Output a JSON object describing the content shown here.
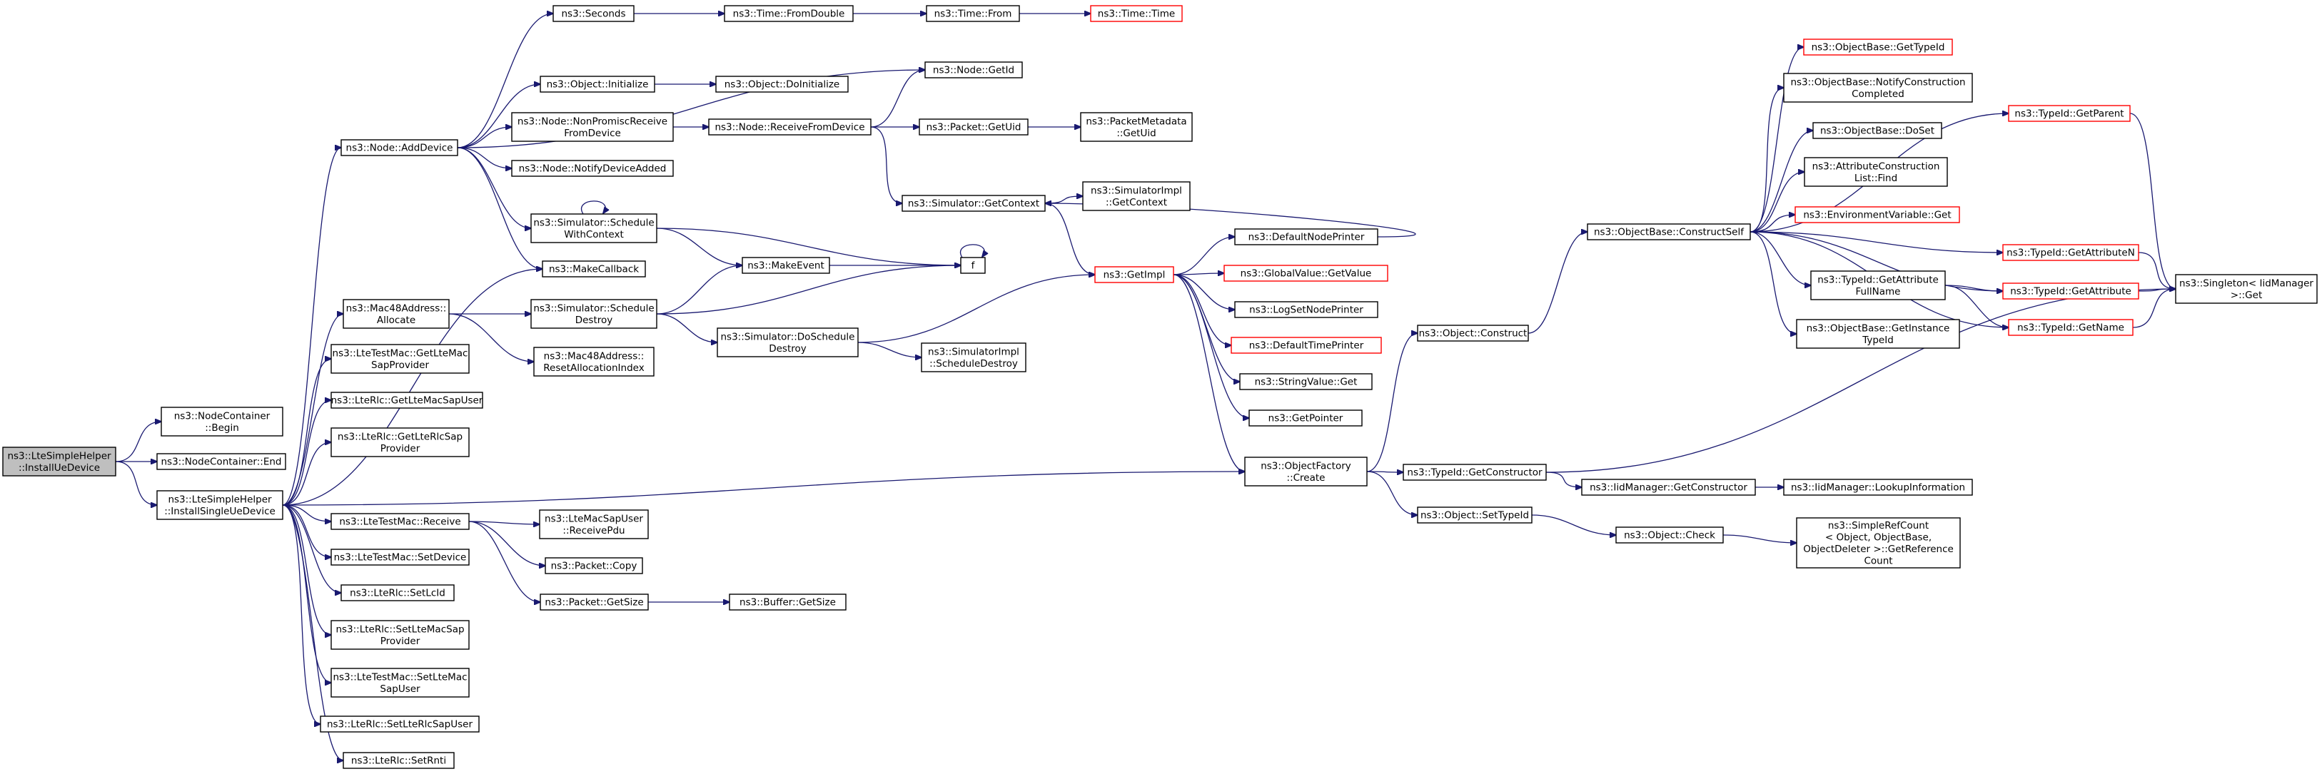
{
  "colors": {
    "edge": "#191970",
    "node_border": "#000000",
    "truncated_border": "#ff0000",
    "start_fill": "#bfbfbf"
  },
  "nodes": [
    {
      "id": "n0",
      "lines": [
        "ns3::LteSimpleHelper",
        "::InstallUeDevice"
      ]
    },
    {
      "id": "n1",
      "lines": [
        "ns3::NodeContainer",
        "::Begin"
      ]
    },
    {
      "id": "n2",
      "lines": [
        "ns3::NodeContainer::End"
      ]
    },
    {
      "id": "n3",
      "lines": [
        "ns3::LteSimpleHelper",
        "::InstallSingleUeDevice"
      ]
    },
    {
      "id": "n4",
      "lines": [
        "ns3::Node::AddDevice"
      ]
    },
    {
      "id": "n5",
      "lines": [
        "ns3::Mac48Address::",
        "Allocate"
      ]
    },
    {
      "id": "n6",
      "lines": [
        "ns3::LteTestMac::GetLteMac",
        "SapProvider"
      ]
    },
    {
      "id": "n7",
      "lines": [
        "ns3::LteRlc::GetLteMacSapUser"
      ]
    },
    {
      "id": "n8",
      "lines": [
        "ns3::LteRlc::GetLteRlcSap",
        "Provider"
      ]
    },
    {
      "id": "n9",
      "lines": [
        "ns3::LteTestMac::Receive"
      ]
    },
    {
      "id": "n10",
      "lines": [
        "ns3::LteTestMac::SetDevice"
      ]
    },
    {
      "id": "n11",
      "lines": [
        "ns3::LteRlc::SetLcId"
      ]
    },
    {
      "id": "n12",
      "lines": [
        "ns3::LteRlc::SetLteMacSap",
        "Provider"
      ]
    },
    {
      "id": "n13",
      "lines": [
        "ns3::LteTestMac::SetLteMac",
        "SapUser"
      ]
    },
    {
      "id": "n14",
      "lines": [
        "ns3::LteRlc::SetLteRlcSapUser"
      ]
    },
    {
      "id": "n15",
      "lines": [
        "ns3::LteRlc::SetRnti"
      ]
    },
    {
      "id": "n16",
      "lines": [
        "ns3::Seconds"
      ]
    },
    {
      "id": "n17",
      "lines": [
        "ns3::Object::Initialize"
      ]
    },
    {
      "id": "n18",
      "lines": [
        "ns3::Node::NonPromiscReceive",
        "FromDevice"
      ]
    },
    {
      "id": "n19",
      "lines": [
        "ns3::Node::NotifyDeviceAdded"
      ]
    },
    {
      "id": "n20",
      "lines": [
        "ns3::Simulator::Schedule",
        "WithContext"
      ]
    },
    {
      "id": "n21",
      "lines": [
        "ns3::MakeCallback"
      ]
    },
    {
      "id": "n22",
      "lines": [
        "ns3::Simulator::Schedule",
        "Destroy"
      ]
    },
    {
      "id": "n23",
      "lines": [
        "ns3::Mac48Address::",
        "ResetAllocationIndex"
      ]
    },
    {
      "id": "n24",
      "lines": [
        "ns3::LteMacSapUser",
        "::ReceivePdu"
      ]
    },
    {
      "id": "n25",
      "lines": [
        "ns3::Packet::Copy"
      ]
    },
    {
      "id": "n26",
      "lines": [
        "ns3::Packet::GetSize"
      ]
    },
    {
      "id": "n27",
      "lines": [
        "ns3::Time::FromDouble"
      ]
    },
    {
      "id": "n28",
      "lines": [
        "ns3::Object::DoInitialize"
      ]
    },
    {
      "id": "n29",
      "lines": [
        "ns3::Node::ReceiveFromDevice"
      ]
    },
    {
      "id": "n30",
      "lines": [
        "ns3::MakeEvent"
      ]
    },
    {
      "id": "n31",
      "lines": [
        "ns3::Simulator::DoSchedule",
        "Destroy"
      ]
    },
    {
      "id": "n32",
      "lines": [
        "ns3::Buffer::GetSize"
      ]
    },
    {
      "id": "n33",
      "lines": [
        "ns3::Time::From"
      ]
    },
    {
      "id": "n34",
      "lines": [
        "ns3::Node::GetId"
      ]
    },
    {
      "id": "n35",
      "lines": [
        "ns3::Packet::GetUid"
      ]
    },
    {
      "id": "n36",
      "lines": [
        "ns3::Simulator::GetContext"
      ]
    },
    {
      "id": "n37",
      "lines": [
        "f"
      ]
    },
    {
      "id": "n38",
      "lines": [
        "ns3::SimulatorImpl",
        "::ScheduleDestroy"
      ]
    },
    {
      "id": "n39",
      "lines": [
        "ns3::Time::Time"
      ],
      "truncated": true
    },
    {
      "id": "n40",
      "lines": [
        "ns3::PacketMetadata",
        "::GetUid"
      ]
    },
    {
      "id": "n41",
      "lines": [
        "ns3::SimulatorImpl",
        "::GetContext"
      ]
    },
    {
      "id": "n42",
      "lines": [
        "ns3::GetImpl"
      ],
      "truncated": true
    },
    {
      "id": "n43",
      "lines": [
        "ns3::DefaultNodePrinter"
      ]
    },
    {
      "id": "n44",
      "lines": [
        "ns3::GlobalValue::GetValue"
      ],
      "truncated": true
    },
    {
      "id": "n45",
      "lines": [
        "ns3::LogSetNodePrinter"
      ]
    },
    {
      "id": "n46",
      "lines": [
        "ns3::DefaultTimePrinter"
      ],
      "truncated": true
    },
    {
      "id": "n47",
      "lines": [
        "ns3::StringValue::Get"
      ]
    },
    {
      "id": "n48",
      "lines": [
        "ns3::GetPointer"
      ]
    },
    {
      "id": "n49",
      "lines": [
        "ns3::ObjectFactory",
        "::Create"
      ]
    },
    {
      "id": "n50",
      "lines": [
        "ns3::Object::Construct"
      ]
    },
    {
      "id": "n51",
      "lines": [
        "ns3::TypeId::GetConstructor"
      ]
    },
    {
      "id": "n52",
      "lines": [
        "ns3::Object::SetTypeId"
      ]
    },
    {
      "id": "n53",
      "lines": [
        "ns3::ObjectBase::ConstructSelf"
      ]
    },
    {
      "id": "n54",
      "lines": [
        "ns3::IidManager::GetConstructor"
      ]
    },
    {
      "id": "n55",
      "lines": [
        "ns3::Object::Check"
      ]
    },
    {
      "id": "n56",
      "lines": [
        "ns3::ObjectBase::GetTypeId"
      ],
      "truncated": true
    },
    {
      "id": "n57",
      "lines": [
        "ns3::ObjectBase::NotifyConstruction",
        "Completed"
      ]
    },
    {
      "id": "n58",
      "lines": [
        "ns3::ObjectBase::DoSet"
      ]
    },
    {
      "id": "n59",
      "lines": [
        "ns3::AttributeConstruction",
        "List::Find"
      ]
    },
    {
      "id": "n60",
      "lines": [
        "ns3::EnvironmentVariable::Get"
      ],
      "truncated": true
    },
    {
      "id": "n61",
      "lines": [
        "ns3::TypeId::GetAttribute",
        "FullName"
      ]
    },
    {
      "id": "n62",
      "lines": [
        "ns3::ObjectBase::GetInstance",
        "TypeId"
      ]
    },
    {
      "id": "n63",
      "lines": [
        "ns3::IidManager::LookupInformation"
      ]
    },
    {
      "id": "n64",
      "lines": [
        "ns3::SimpleRefCount",
        "< Object, ObjectBase,",
        "ObjectDeleter >::GetReference",
        "Count"
      ]
    },
    {
      "id": "n65",
      "lines": [
        "ns3::TypeId::GetParent"
      ],
      "truncated": true
    },
    {
      "id": "n66",
      "lines": [
        "ns3::TypeId::GetAttributeN"
      ],
      "truncated": true
    },
    {
      "id": "n67",
      "lines": [
        "ns3::TypeId::GetAttribute"
      ],
      "truncated": true
    },
    {
      "id": "n68",
      "lines": [
        "ns3::TypeId::GetName"
      ],
      "truncated": true
    },
    {
      "id": "n69",
      "lines": [
        "ns3::Singleton< IidManager",
        " >::Get"
      ]
    }
  ],
  "edges": [
    [
      "n0",
      "n1"
    ],
    [
      "n0",
      "n2"
    ],
    [
      "n0",
      "n3"
    ],
    [
      "n3",
      "n4"
    ],
    [
      "n3",
      "n5"
    ],
    [
      "n3",
      "n6"
    ],
    [
      "n3",
      "n7"
    ],
    [
      "n3",
      "n8"
    ],
    [
      "n3",
      "n9"
    ],
    [
      "n3",
      "n10"
    ],
    [
      "n3",
      "n11"
    ],
    [
      "n3",
      "n12"
    ],
    [
      "n3",
      "n13"
    ],
    [
      "n3",
      "n14"
    ],
    [
      "n3",
      "n15"
    ],
    [
      "n3",
      "n21"
    ],
    [
      "n3",
      "n49"
    ],
    [
      "n4",
      "n16"
    ],
    [
      "n4",
      "n34"
    ],
    [
      "n4",
      "n17"
    ],
    [
      "n4",
      "n18"
    ],
    [
      "n4",
      "n19"
    ],
    [
      "n4",
      "n20"
    ],
    [
      "n4",
      "n21"
    ],
    [
      "n16",
      "n27"
    ],
    [
      "n27",
      "n33"
    ],
    [
      "n33",
      "n39"
    ],
    [
      "n17",
      "n28"
    ],
    [
      "n18",
      "n29"
    ],
    [
      "n29",
      "n34"
    ],
    [
      "n29",
      "n35"
    ],
    [
      "n29",
      "n36"
    ],
    [
      "n35",
      "n40"
    ],
    [
      "n20",
      "n20"
    ],
    [
      "n20",
      "n30"
    ],
    [
      "n20",
      "n37"
    ],
    [
      "n5",
      "n22"
    ],
    [
      "n5",
      "n23"
    ],
    [
      "n22",
      "n30"
    ],
    [
      "n22",
      "n31"
    ],
    [
      "n22",
      "n37"
    ],
    [
      "n30",
      "n37"
    ],
    [
      "n37",
      "n37"
    ],
    [
      "n31",
      "n38"
    ],
    [
      "n31",
      "n42"
    ],
    [
      "n36",
      "n41"
    ],
    [
      "n36",
      "n42"
    ],
    [
      "n42",
      "n43"
    ],
    [
      "n42",
      "n44"
    ],
    [
      "n42",
      "n45"
    ],
    [
      "n42",
      "n46"
    ],
    [
      "n42",
      "n47"
    ],
    [
      "n42",
      "n48"
    ],
    [
      "n42",
      "n49"
    ],
    [
      "n43",
      "n36"
    ],
    [
      "n9",
      "n24"
    ],
    [
      "n9",
      "n25"
    ],
    [
      "n9",
      "n26"
    ],
    [
      "n26",
      "n32"
    ],
    [
      "n49",
      "n50"
    ],
    [
      "n49",
      "n51"
    ],
    [
      "n49",
      "n52"
    ],
    [
      "n50",
      "n53"
    ],
    [
      "n51",
      "n54"
    ],
    [
      "n51",
      "n69"
    ],
    [
      "n54",
      "n63"
    ],
    [
      "n52",
      "n55"
    ],
    [
      "n55",
      "n64"
    ],
    [
      "n53",
      "n56"
    ],
    [
      "n53",
      "n57"
    ],
    [
      "n53",
      "n58"
    ],
    [
      "n53",
      "n59"
    ],
    [
      "n53",
      "n60"
    ],
    [
      "n53",
      "n61"
    ],
    [
      "n53",
      "n62"
    ],
    [
      "n53",
      "n65"
    ],
    [
      "n53",
      "n66"
    ],
    [
      "n53",
      "n67"
    ],
    [
      "n53",
      "n68"
    ],
    [
      "n61",
      "n67"
    ],
    [
      "n61",
      "n68"
    ],
    [
      "n65",
      "n69"
    ],
    [
      "n66",
      "n69"
    ],
    [
      "n67",
      "n69"
    ],
    [
      "n68",
      "n69"
    ]
  ]
}
